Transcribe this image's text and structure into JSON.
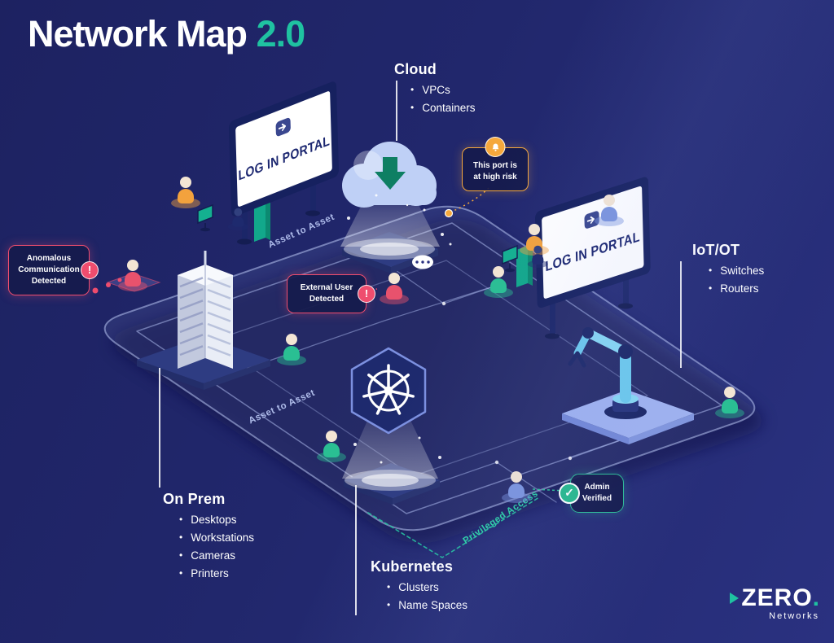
{
  "title": {
    "main": "Network Map",
    "version": "2.0"
  },
  "sections": {
    "cloud": {
      "title": "Cloud",
      "items": [
        "VPCs",
        "Containers"
      ]
    },
    "iot": {
      "title": "IoT/OT",
      "items": [
        "Switches",
        "Routers"
      ]
    },
    "onprem": {
      "title": "On Prem",
      "items": [
        "Desktops",
        "Workstations",
        "Cameras",
        "Printers"
      ]
    },
    "kubernetes": {
      "title": "Kubernetes",
      "items": [
        "Clusters",
        "Name Spaces"
      ]
    }
  },
  "callouts": {
    "anomalous": "Anomalous Communication Detected",
    "external": "External User Detected",
    "port_risk": "This port is at high risk",
    "admin": "Admin Verified"
  },
  "flows": {
    "asset_to_asset_top": "Asset to Asset",
    "asset_to_asset_bottom": "Asset to Asset",
    "privileged_access": "Privileged Access"
  },
  "billboards": {
    "portal_text": "LOG IN PORTAL"
  },
  "icons": {
    "alert_glyph": "!",
    "check_glyph": "✓"
  },
  "logo": {
    "name": "ZERO",
    "dot": ".",
    "sub": "Networks"
  },
  "colors": {
    "background": "#20266b",
    "accent_teal": "#1fc2a1",
    "alert_red": "#ef4d6e",
    "warning_orange": "#f5a83c",
    "success_green": "#2dbd96",
    "light_blue": "#bfd0f6"
  }
}
